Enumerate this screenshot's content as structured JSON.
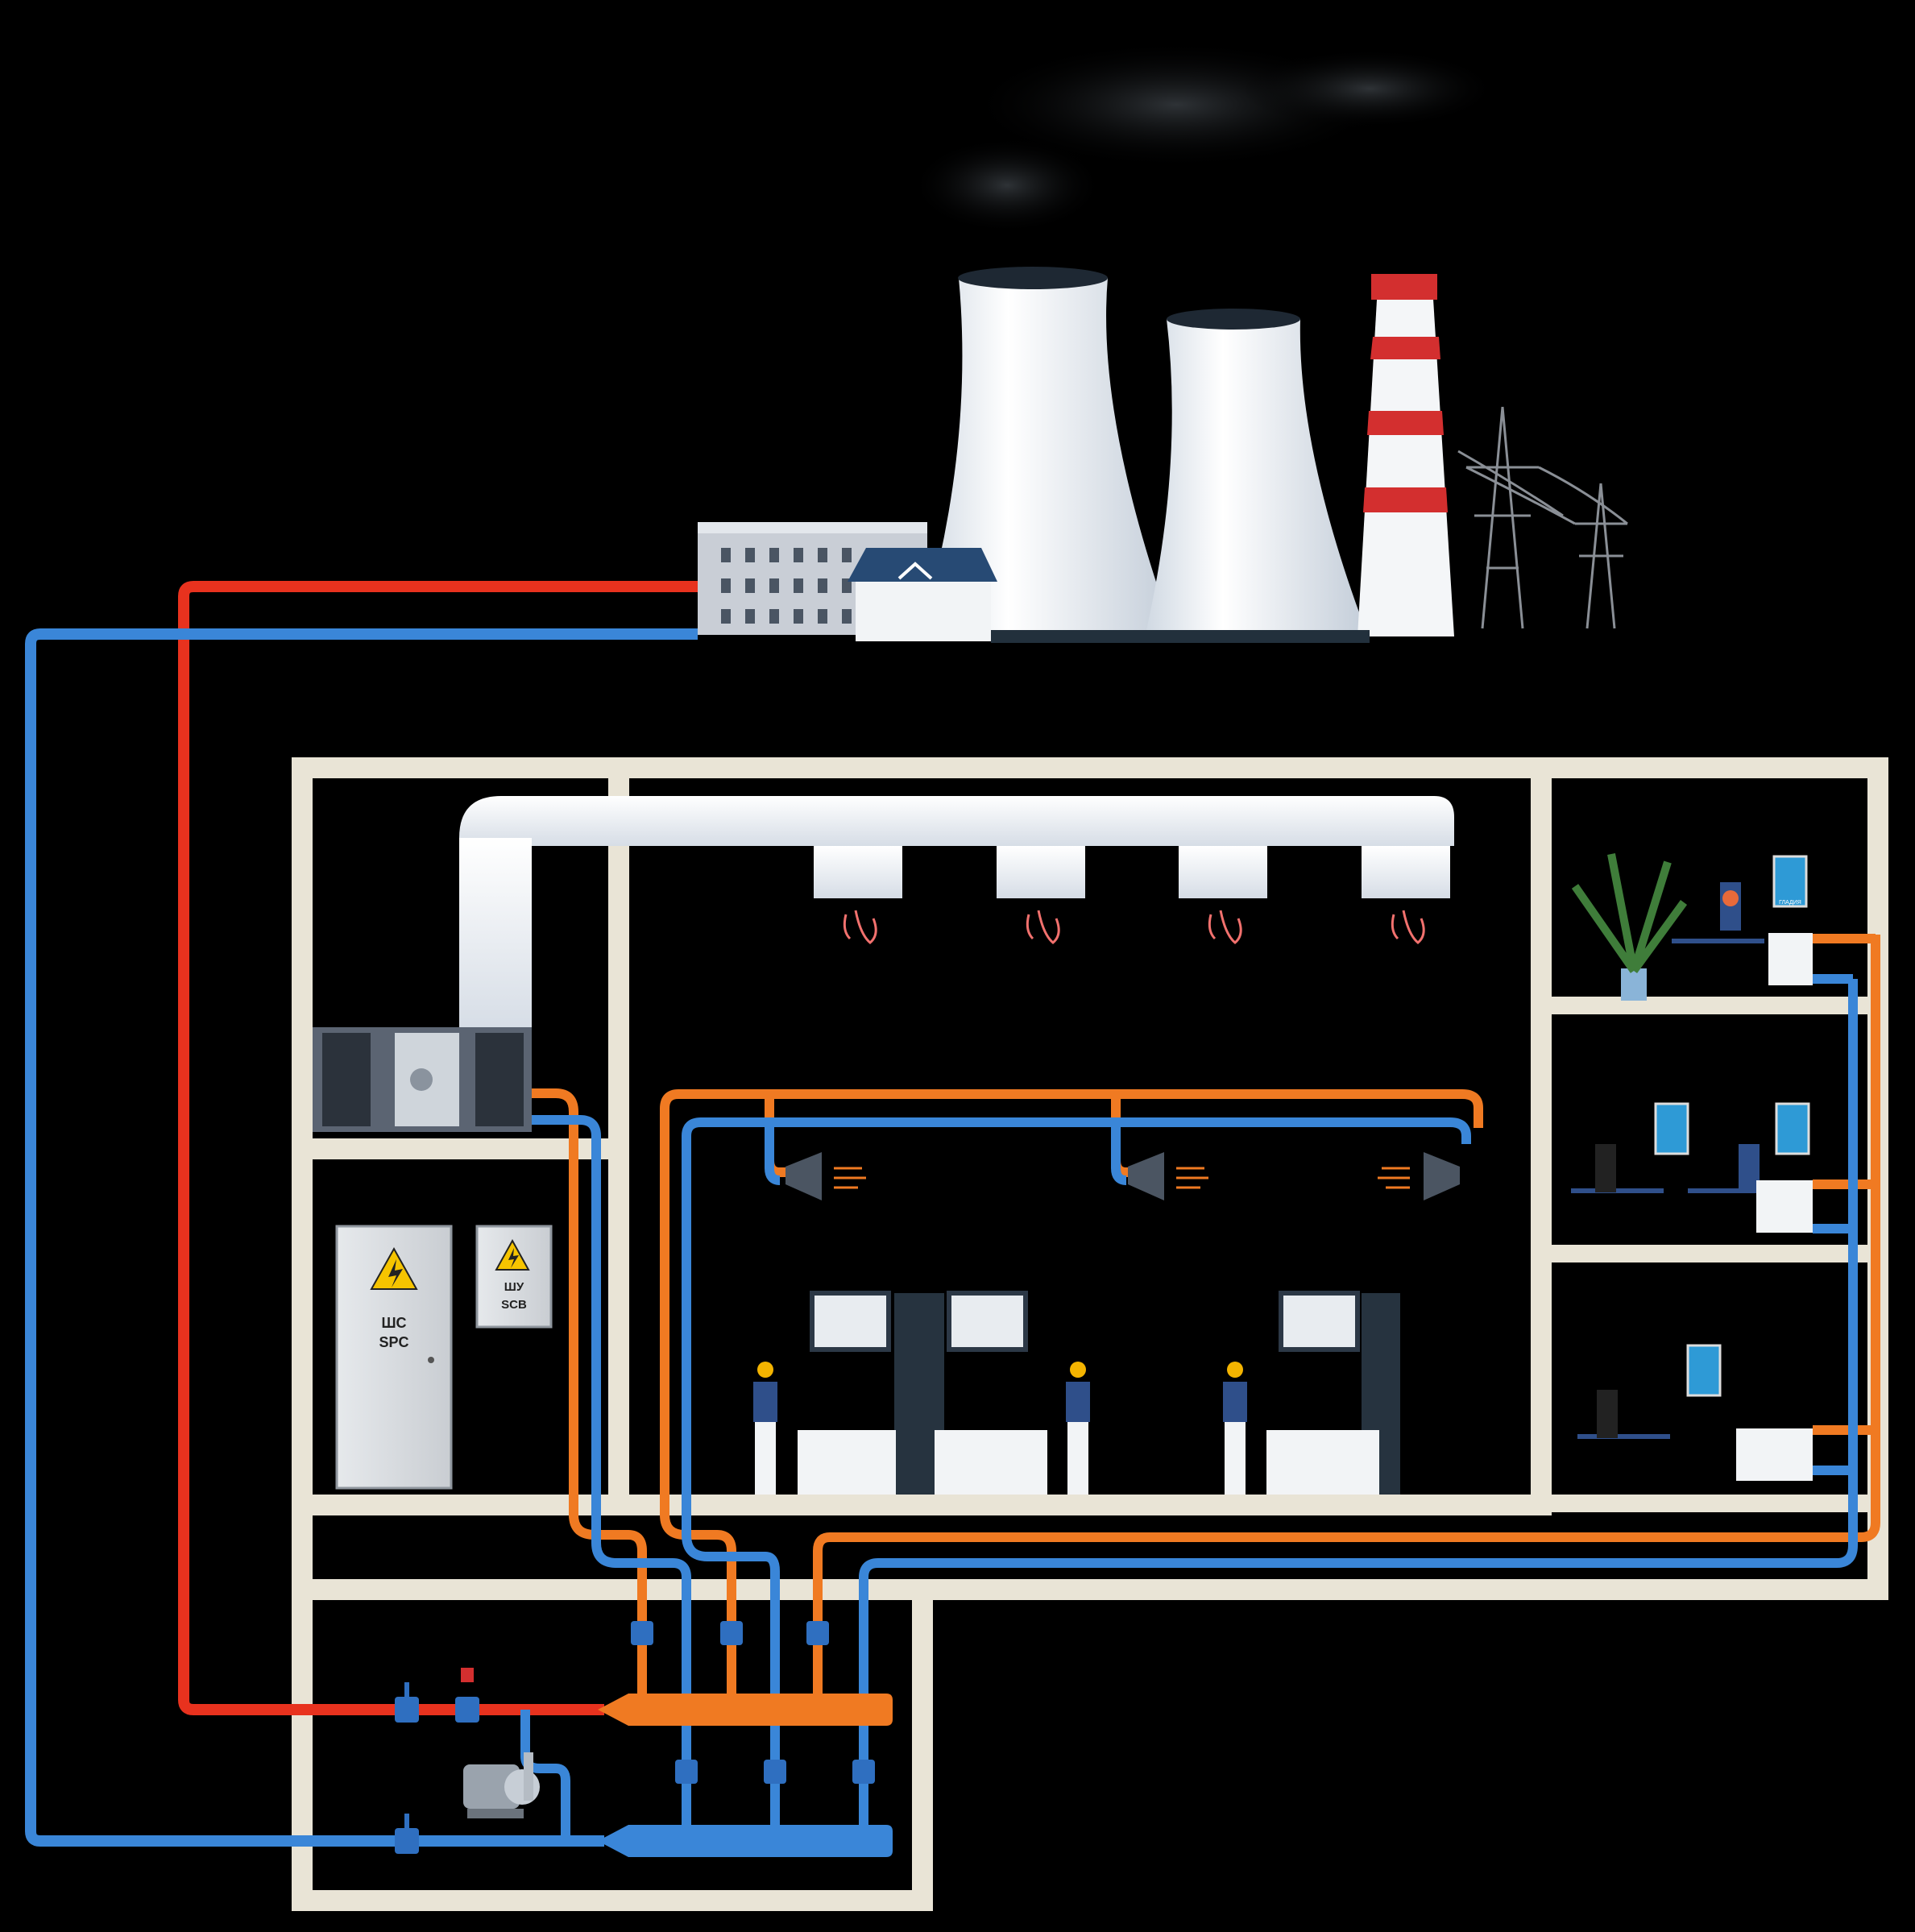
{
  "panels": {
    "main_cabinet": {
      "line1": "ШС",
      "line2": "SPC"
    },
    "control_cabinet": {
      "line1": "ШУ",
      "line2": "SCB"
    }
  },
  "posters": {
    "caption": "ГЛАДИЯ"
  },
  "colors": {
    "background": "#000000",
    "hot_supply": "#e8321e",
    "hot_branch": "#f07a22",
    "cold_return": "#3a86d8",
    "wall": "#e9e4d6",
    "duct": "#eef2f6",
    "worker_shirt": "#2f4f8a",
    "helmet": "#f4b400"
  },
  "icons": [
    "power-plant-icon",
    "cooling-tower-icon",
    "chimney-icon",
    "power-line-icon",
    "warning-high-voltage-icon",
    "pump-icon",
    "valve-icon",
    "air-heater-icon",
    "radiator-icon",
    "machine-tool-icon",
    "plant-icon",
    "worker-icon",
    "office-worker-icon"
  ]
}
